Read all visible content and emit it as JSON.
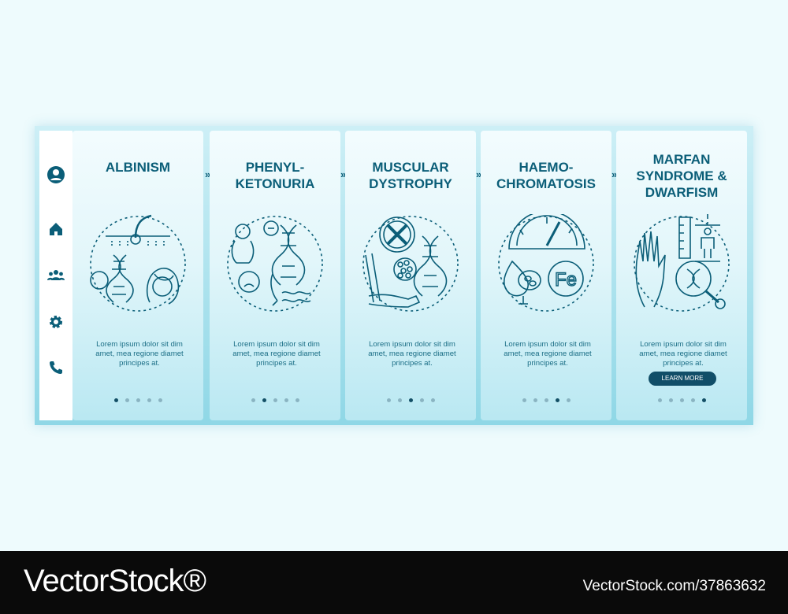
{
  "sidebar": {
    "items": [
      {
        "name": "user"
      },
      {
        "name": "home"
      },
      {
        "name": "group"
      },
      {
        "name": "settings"
      },
      {
        "name": "phone"
      }
    ]
  },
  "cards": [
    {
      "title": "ALBINISM",
      "body": "Lorem ipsum dolor sit dim\namet, mea regione diamet\nprincipes at.",
      "active_dot": 1
    },
    {
      "title": "PHENYL-\nKETONURIA",
      "body": "Lorem ipsum dolor sit dim\namet, mea regione diamet\nprincipes at.",
      "active_dot": 2
    },
    {
      "title": "MUSCULAR\nDYSTROPHY",
      "body": "Lorem ipsum dolor sit dim\namet, mea regione diamet\nprincipes at.",
      "active_dot": 3
    },
    {
      "title": "HAEMO-\nCHROMATOSIS",
      "body": "Lorem ipsum dolor sit dim\namet, mea regione diamet\nprincipes at.",
      "active_dot": 4
    },
    {
      "title": "MARFAN\nSYNDROME &\nDWARFISM",
      "body": "Lorem ipsum dolor sit dim\namet, mea regione diamet\nprincipes at.",
      "active_dot": 5,
      "button": "LEARN MORE"
    }
  ],
  "illustrations": {
    "fe_label": "Fe"
  },
  "chevron": "»",
  "watermark": {
    "left": "VectorStock®",
    "right": "VectorStock.com/37863632"
  },
  "colors": {
    "accent": "#0b5e78",
    "button": "#114e68"
  }
}
